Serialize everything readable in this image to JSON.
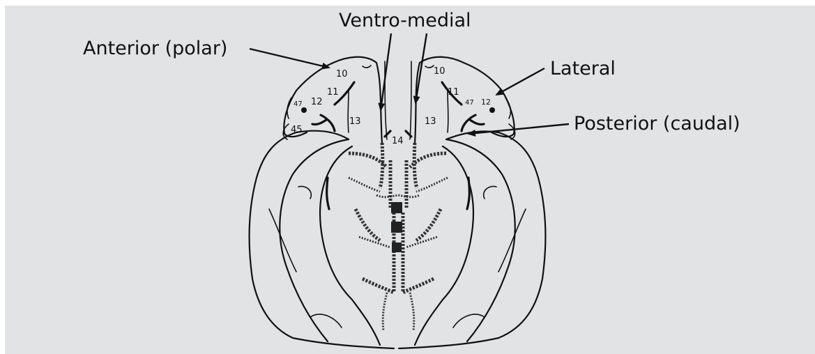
{
  "colors": {
    "panel_background": "#e2e3e4",
    "page_background": "#ffffff",
    "ink": "#111111"
  },
  "callouts": {
    "anterior": "Anterior (polar)",
    "ventromedial": "Ventro-medial",
    "lateral": "Lateral",
    "posterior": "Posterior (caudal)"
  },
  "areas": {
    "left": {
      "a10": "10",
      "a11": "11",
      "a12": "12",
      "a47": "47",
      "a13": "13",
      "a45": "45"
    },
    "right": {
      "a10": "10",
      "a11": "11",
      "a47": "47",
      "a12": "12",
      "a13": "13"
    },
    "midline": {
      "a14": "14"
    }
  }
}
